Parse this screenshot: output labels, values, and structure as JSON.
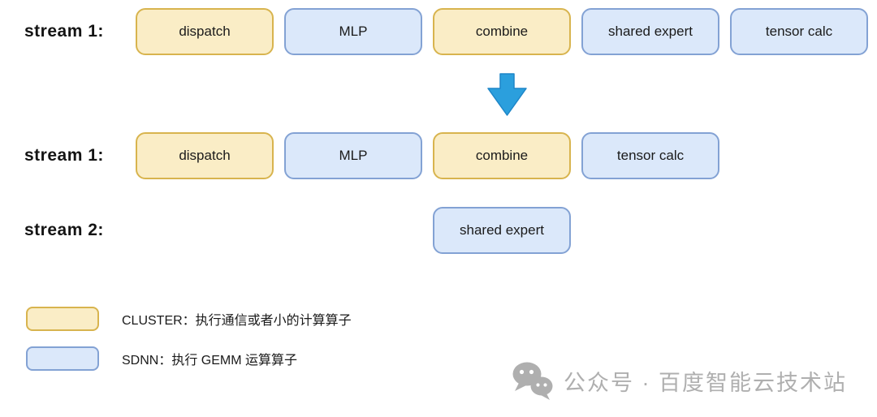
{
  "colors": {
    "cluster_fill": "#FAEDC6",
    "cluster_border": "#D8B44E",
    "sdnn_fill": "#DBE8FA",
    "sdnn_border": "#83A2D4",
    "arrow_fill": "#2B9FDD",
    "arrow_stroke": "#1E86C8",
    "watermark": "#ABABAB"
  },
  "streams": [
    {
      "label": "stream 1:",
      "ops": [
        {
          "text": "dispatch",
          "type": "cluster",
          "slot": 0
        },
        {
          "text": "MLP",
          "type": "sdnn",
          "slot": 1
        },
        {
          "text": "combine",
          "type": "cluster",
          "slot": 2
        },
        {
          "text": "shared expert",
          "type": "sdnn",
          "slot": 3
        },
        {
          "text": "tensor calc",
          "type": "sdnn",
          "slot": 4
        }
      ]
    },
    {
      "label": "stream 1:",
      "ops": [
        {
          "text": "dispatch",
          "type": "cluster",
          "slot": 0
        },
        {
          "text": "MLP",
          "type": "sdnn",
          "slot": 1
        },
        {
          "text": "combine",
          "type": "cluster",
          "slot": 2
        },
        {
          "text": "tensor calc",
          "type": "sdnn",
          "slot": 3
        }
      ]
    },
    {
      "label": "stream 2:",
      "ops": [
        {
          "text": "shared expert",
          "type": "sdnn",
          "slot": 2
        }
      ]
    }
  ],
  "legend": [
    {
      "type": "cluster",
      "label": "CLUSTER：执行通信或者小的计算算子"
    },
    {
      "type": "sdnn",
      "label": "SDNN：执行 GEMM 运算算子"
    }
  ],
  "watermark": {
    "icon": "wechat-icon",
    "text": "公众号 · 百度智能云技术站"
  }
}
